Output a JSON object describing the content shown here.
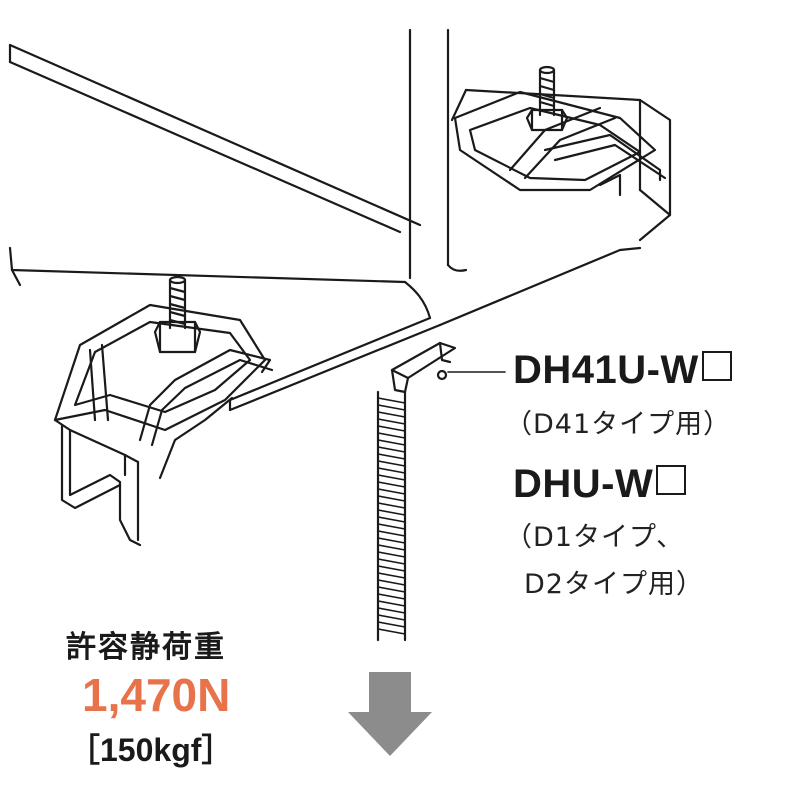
{
  "products": [
    {
      "model": "DH41U-W",
      "note": "（D41タイプ用）"
    },
    {
      "model": "DHU-W",
      "note_line1": "（D1タイプ、",
      "note_line2": "D2タイプ用）"
    }
  ],
  "load": {
    "title": "許容静荷重",
    "value": "1,470N",
    "value_kgf": "［150kgf］"
  },
  "colors": {
    "line": "#1a1a1a",
    "accent": "#e8734a",
    "arrow": "#8c8c8c"
  },
  "icons": {
    "load_arrow": "down-arrow-icon"
  }
}
